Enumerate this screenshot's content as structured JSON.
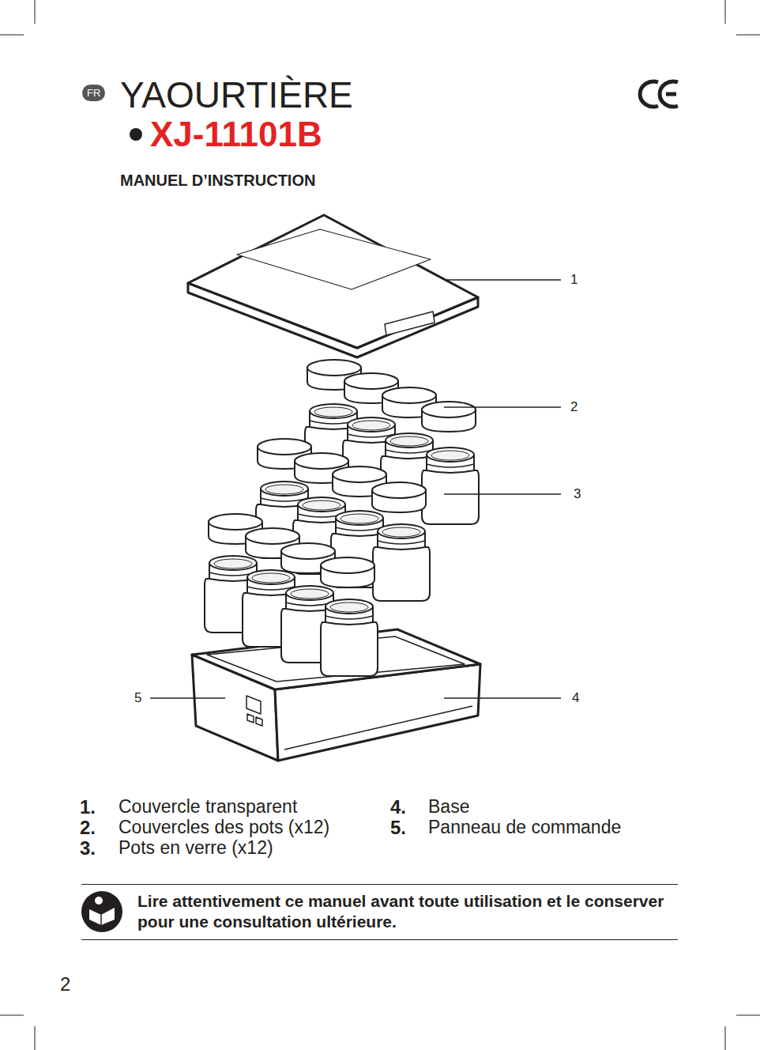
{
  "diagram": {
    "title": "YAOURTIÈRE",
    "nodes": [
      {
        "text": [
          "FR"
        ]
      },
      {
        "text": [
          "Lire attentivement ce manuel avant toute utilisation et le conserver pour une consultation ultérieure."
        ]
      }
    ],
    "labels": [
      "XJ-11101B",
      "MANUEL D’INSTRUCTION",
      "1",
      "2",
      "3",
      "4",
      "5",
      "1.",
      "Couvercle transparent",
      "2.",
      "Couvercles des pots (x12)",
      "3.",
      "Pots en verre (x12)",
      "4.",
      "Base",
      "5.",
      "Panneau de commande",
      "2"
    ]
  }
}
